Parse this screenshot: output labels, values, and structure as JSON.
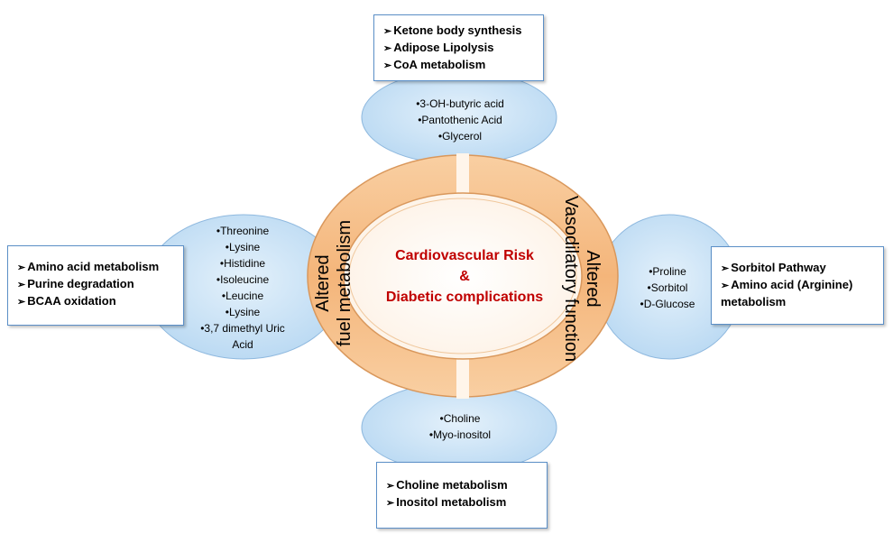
{
  "center": {
    "lines": [
      "Cardiovascular Risk",
      "&",
      "Diabetic complications"
    ]
  },
  "ring_labels": {
    "left": [
      "Altered",
      "fuel metabolism"
    ],
    "right": [
      "Altered",
      "Vasodilatory function"
    ]
  },
  "top": {
    "metabolites": [
      "•3-OH-butyric acid",
      "•Pantothenic Acid",
      "•Glycerol"
    ],
    "pathways": [
      "Ketone body synthesis",
      "Adipose Lipolysis",
      "CoA metabolism"
    ]
  },
  "left": {
    "metabolites": [
      "•Threonine",
      "•Lysine",
      "•Histidine",
      "•Isoleucine",
      "•Leucine",
      "•Lysine",
      "•3,7 dimethyl Uric",
      "Acid"
    ],
    "pathways": [
      "Amino acid metabolism",
      "Purine degradation",
      "BCAA oxidation"
    ]
  },
  "right": {
    "metabolites": [
      "•Proline",
      "•Sorbitol",
      "•D-Glucose"
    ],
    "pathways": [
      "Sorbitol Pathway",
      "Amino acid (Arginine)",
      "metabolism"
    ]
  },
  "bottom": {
    "metabolites": [
      "•Choline",
      "•Myo-inositol"
    ],
    "pathways": [
      "Choline metabolism",
      "Inositol metabolism"
    ]
  },
  "arrow_glyph": "➢",
  "colors": {
    "ellipse_fill": "#c6e0f5",
    "ellipse_stroke": "#8fb9df",
    "ring_fill": "#f7c08a",
    "ring_stroke": "#d9975b",
    "center_text": "#c00000",
    "box_border": "#5b8fc7"
  }
}
